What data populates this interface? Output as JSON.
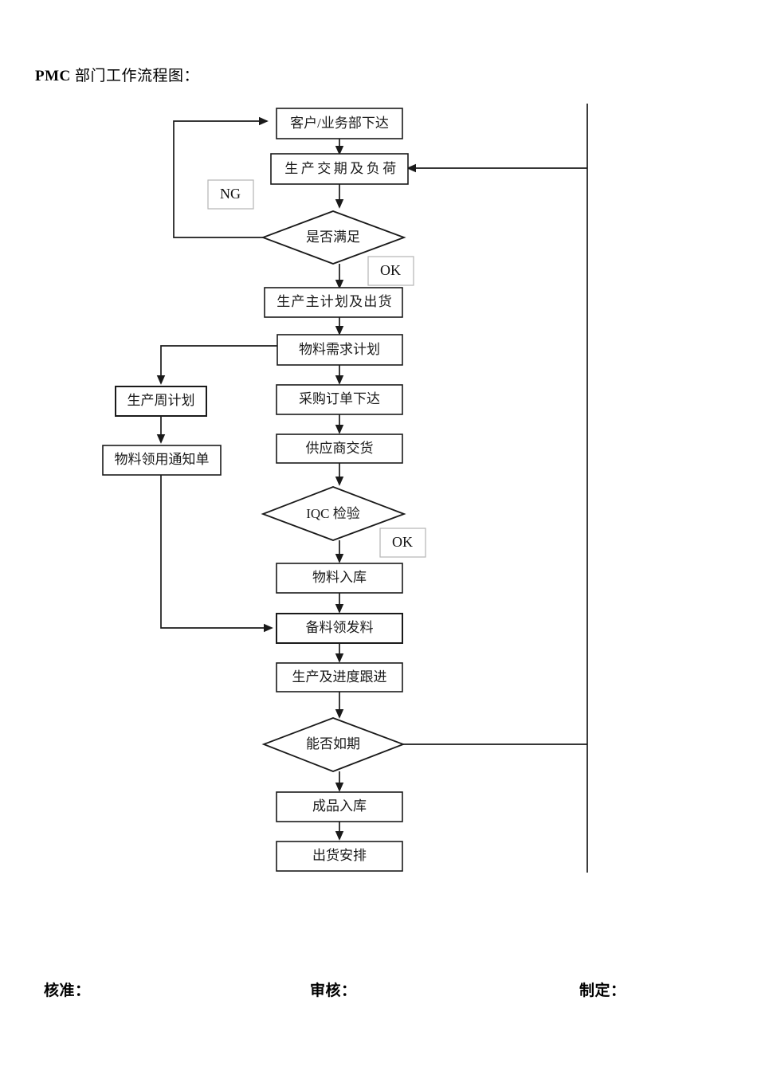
{
  "document": {
    "title_latin": "PMC",
    "title_cjk": " 部门工作流程图："
  },
  "flowchart": {
    "type": "flowchart",
    "orientation": "top-to-bottom",
    "nodes": [
      {
        "id": "n1",
        "shape": "process",
        "label": "客户/业务部下达"
      },
      {
        "id": "n2",
        "shape": "process",
        "label": "生产交期及负荷"
      },
      {
        "id": "d1",
        "shape": "decision",
        "label": "是否满足"
      },
      {
        "id": "n3",
        "shape": "process",
        "label": "生产主计划及出货"
      },
      {
        "id": "n4",
        "shape": "process",
        "label": "物料需求计划"
      },
      {
        "id": "n5",
        "shape": "process",
        "label": "采购订单下达"
      },
      {
        "id": "n6",
        "shape": "process",
        "label": "供应商交货"
      },
      {
        "id": "d2",
        "shape": "decision",
        "label": "IQC 检验"
      },
      {
        "id": "n7",
        "shape": "process",
        "label": "物料入库"
      },
      {
        "id": "n8",
        "shape": "process",
        "label": "备料领发料"
      },
      {
        "id": "n9",
        "shape": "process",
        "label": "生产及进度跟进"
      },
      {
        "id": "d3",
        "shape": "decision",
        "label": "能否如期"
      },
      {
        "id": "n10",
        "shape": "process",
        "label": "成品入库"
      },
      {
        "id": "n11",
        "shape": "process",
        "label": "出货安排"
      },
      {
        "id": "s1",
        "shape": "process",
        "label": "生产周计划"
      },
      {
        "id": "s2",
        "shape": "process",
        "label": "物料领用通知单"
      }
    ],
    "tags": [
      {
        "id": "t_ng",
        "label": "NG"
      },
      {
        "id": "t_ok1",
        "label": "OK"
      },
      {
        "id": "t_ok2",
        "label": "OK"
      }
    ],
    "edges": [
      {
        "from": "n1",
        "to": "n2",
        "label": ""
      },
      {
        "from": "n2",
        "to": "d1",
        "label": ""
      },
      {
        "from": "d1",
        "to": "n1",
        "label": "NG"
      },
      {
        "from": "d1",
        "to": "n3",
        "label": "OK"
      },
      {
        "from": "n3",
        "to": "n4",
        "label": ""
      },
      {
        "from": "n4",
        "to": "n5",
        "label": ""
      },
      {
        "from": "n4",
        "to": "s1",
        "label": ""
      },
      {
        "from": "s1",
        "to": "s2",
        "label": ""
      },
      {
        "from": "s2",
        "to": "n8",
        "label": ""
      },
      {
        "from": "n5",
        "to": "n6",
        "label": ""
      },
      {
        "from": "n6",
        "to": "d2",
        "label": ""
      },
      {
        "from": "d2",
        "to": "n7",
        "label": "OK"
      },
      {
        "from": "n7",
        "to": "n8",
        "label": ""
      },
      {
        "from": "n8",
        "to": "n9",
        "label": ""
      },
      {
        "from": "n9",
        "to": "d3",
        "label": ""
      },
      {
        "from": "d3",
        "to": "n10",
        "label": ""
      },
      {
        "from": "d3",
        "to": "n2",
        "label": ""
      },
      {
        "from": "n10",
        "to": "n11",
        "label": ""
      }
    ]
  },
  "footer": {
    "signoffs": [
      {
        "label": "核准："
      },
      {
        "label": "审核："
      },
      {
        "label": "制定："
      }
    ]
  },
  "colors": {
    "page_background": "#ffffff",
    "stroke": "#1a1a1a",
    "tag_stroke": "#b5b5b5",
    "text": "#000000"
  }
}
